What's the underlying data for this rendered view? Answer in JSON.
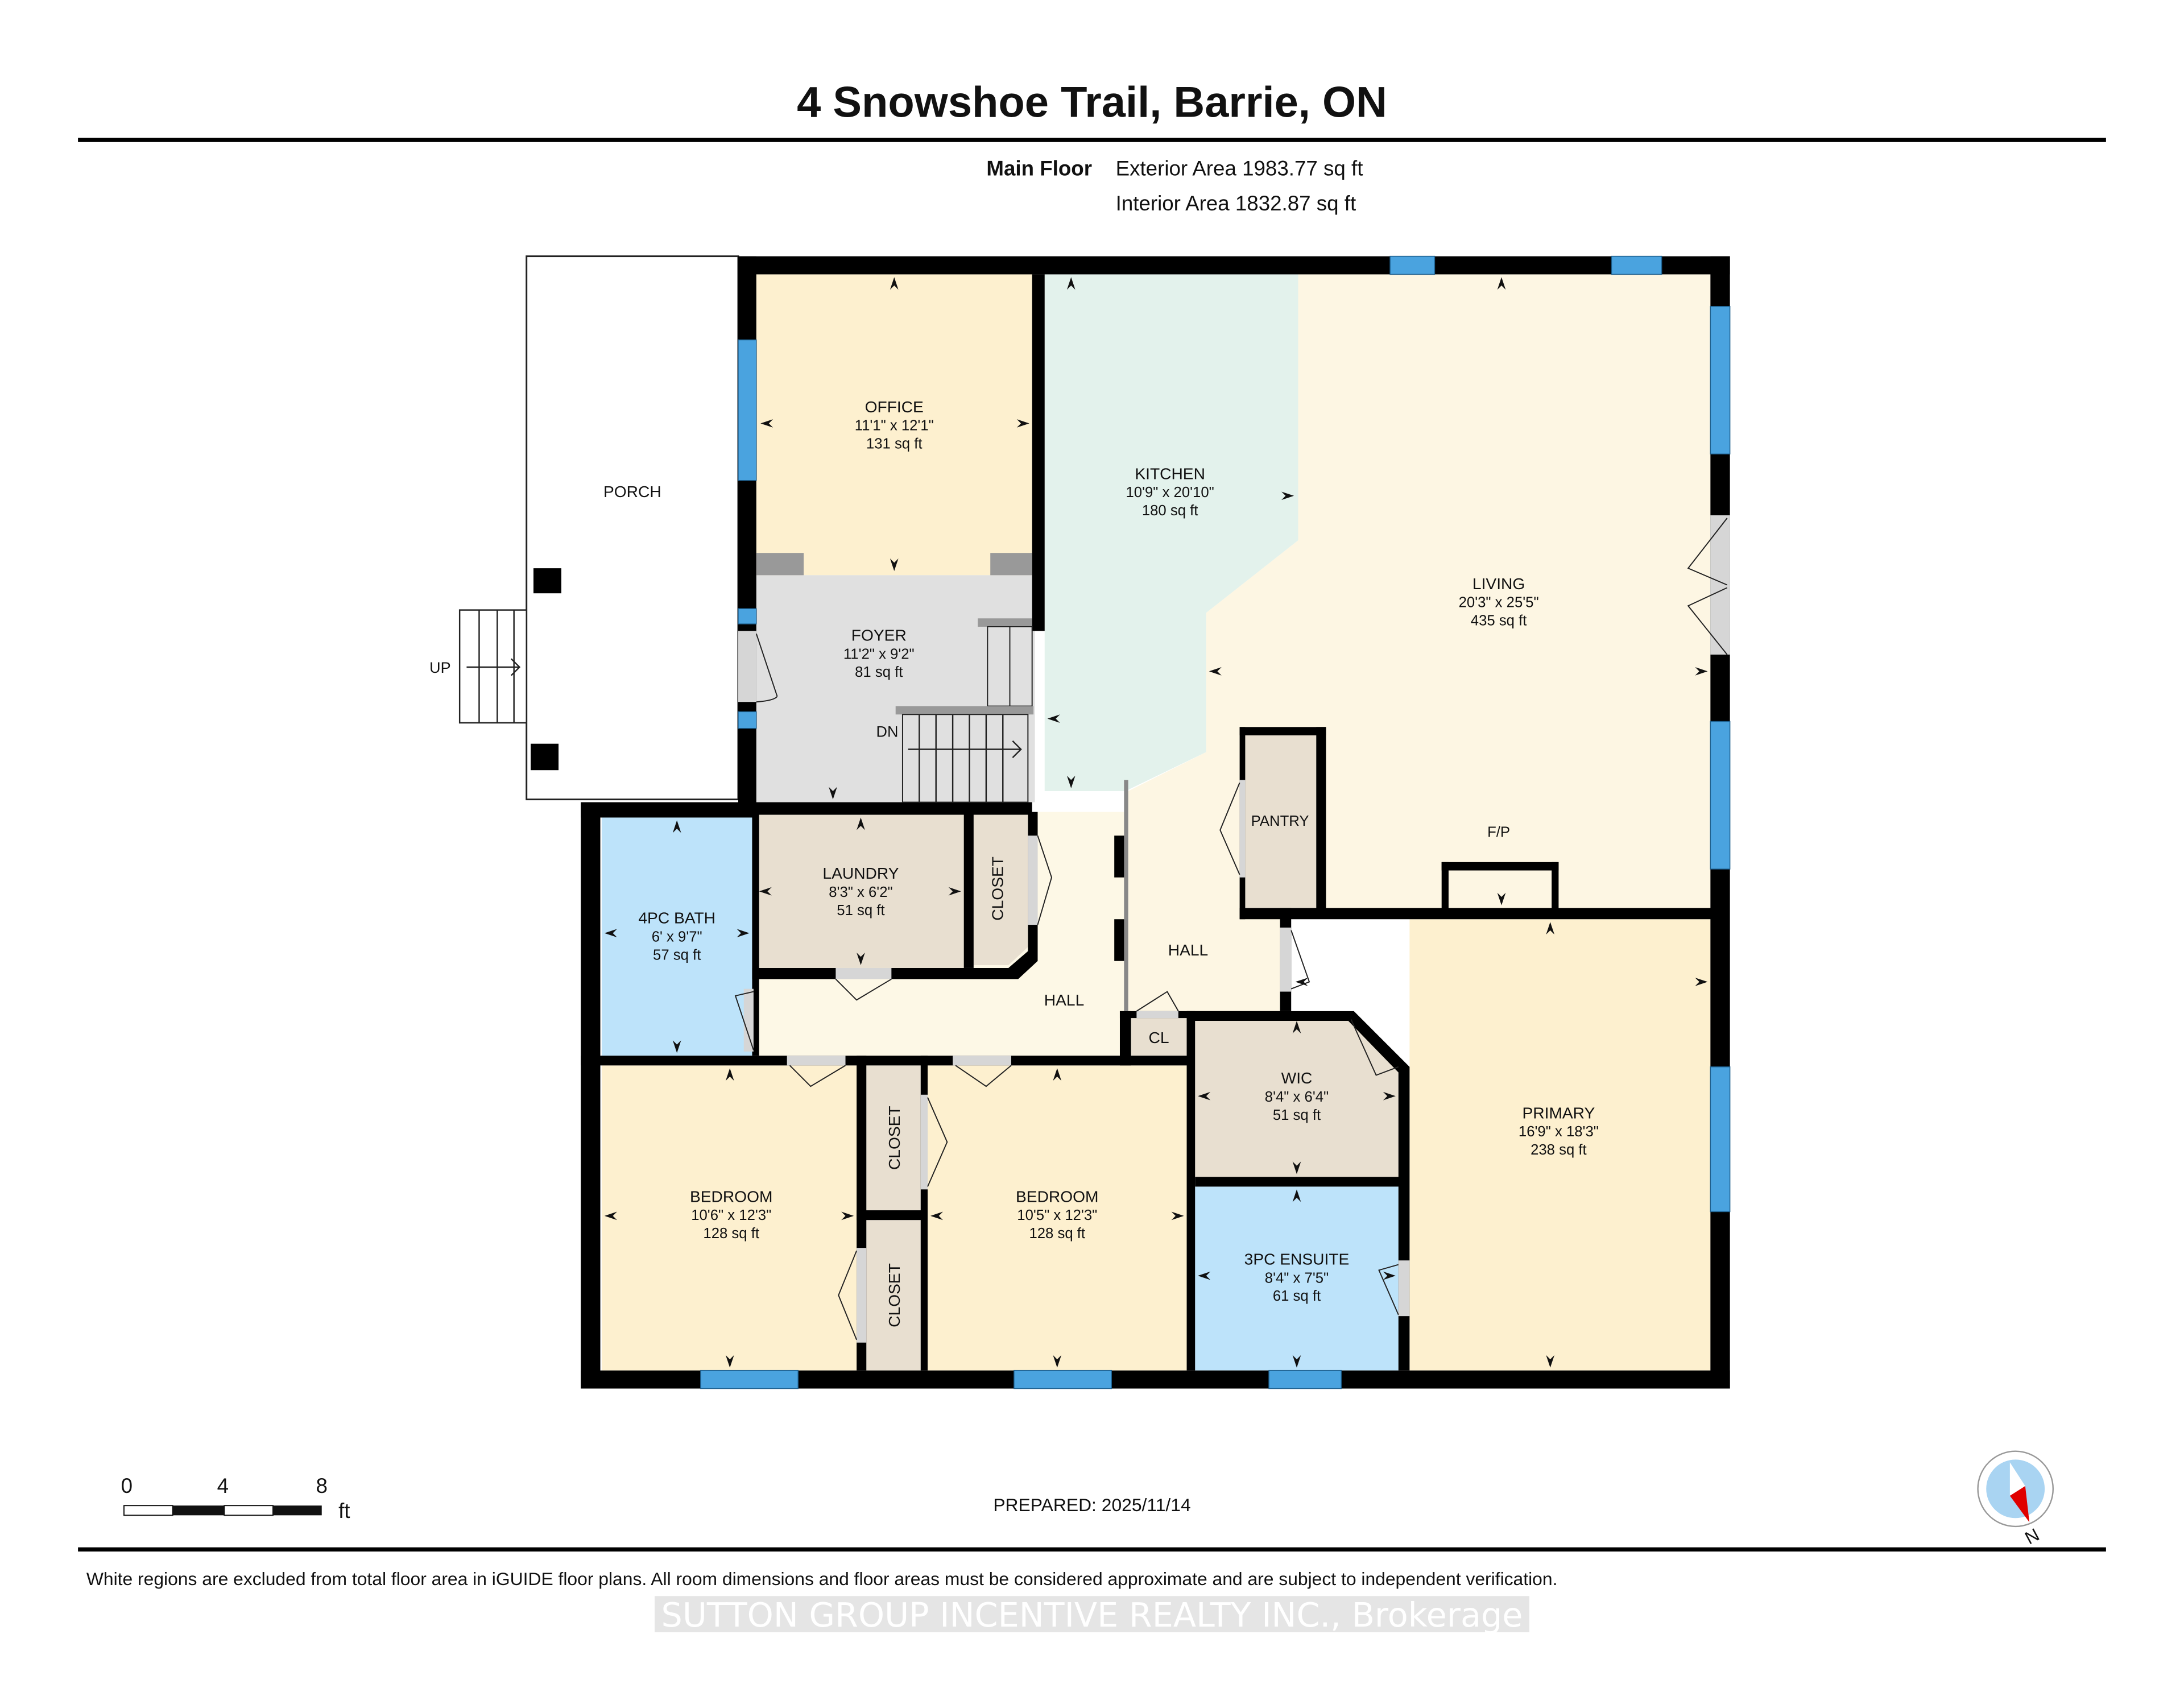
{
  "header": {
    "title": "4 Snowshoe Trail, Barrie, ON",
    "floor_label": "Main Floor",
    "exterior_area": "Exterior Area 1983.77 sq ft",
    "interior_area": "Interior Area 1832.87 sq ft"
  },
  "colors": {
    "wall": "#000000",
    "window": "#4aa3df",
    "living_fill": "#fdf6e3",
    "bedroom_fill": "#fdf0cf",
    "office_fill": "#fdf0cf",
    "kitchen_fill": "#e3f2ec",
    "foyer_fill": "#e0e0e0",
    "utility_fill": "#e8dfd0",
    "bath_fill": "#bde3fa",
    "hall_fill": "#fdf8e6",
    "compass_fill": "#a9d4f2",
    "compass_needle": "#e00000"
  },
  "rooms": {
    "porch": {
      "name": "PORCH"
    },
    "stairs_up": {
      "label": "UP"
    },
    "office": {
      "name": "OFFICE",
      "dims": "11'1\" x 12'1\"",
      "area": "131 sq ft"
    },
    "foyer": {
      "name": "FOYER",
      "dims": "11'2\" x 9'2\"",
      "area": "81 sq ft"
    },
    "stairs_down": {
      "label": "DN"
    },
    "kitchen": {
      "name": "KITCHEN",
      "dims": "10'9\" x 20'10\"",
      "area": "180 sq ft"
    },
    "living": {
      "name": "LIVING",
      "dims": "20'3\" x 25'5\"",
      "area": "435 sq ft"
    },
    "pantry": {
      "name": "PANTRY"
    },
    "fireplace": {
      "label": "F/P"
    },
    "bath4": {
      "name": "4PC BATH",
      "dims": "6' x 9'7\"",
      "area": "57 sq ft"
    },
    "laundry": {
      "name": "LAUNDRY",
      "dims": "8'3\" x 6'2\"",
      "area": "51 sq ft"
    },
    "closet_laundry": {
      "name": "CLOSET"
    },
    "hall_left": {
      "name": "HALL"
    },
    "hall_right": {
      "name": "HALL"
    },
    "cl": {
      "name": "CL"
    },
    "wic": {
      "name": "WIC",
      "dims": "8'4\" x 6'4\"",
      "area": "51 sq ft"
    },
    "primary": {
      "name": "PRIMARY",
      "dims": "16'9\" x 18'3\"",
      "area": "238 sq ft"
    },
    "bedroom1": {
      "name": "BEDROOM",
      "dims": "10'6\" x 12'3\"",
      "area": "128 sq ft"
    },
    "closet_b_top": {
      "name": "CLOSET"
    },
    "closet_b_bottom": {
      "name": "CLOSET"
    },
    "bedroom2": {
      "name": "BEDROOM",
      "dims": "10'5\" x 12'3\"",
      "area": "128 sq ft"
    },
    "ensuite": {
      "name": "3PC ENSUITE",
      "dims": "8'4\" x 7'5\"",
      "area": "61 sq ft"
    }
  },
  "scale_bar": {
    "ticks": [
      "0",
      "4",
      "8"
    ],
    "unit": "ft"
  },
  "footer": {
    "prepared": "PREPARED: 2025/11/14",
    "compass_label": "N",
    "disclaimer": "White regions are excluded from total floor area in iGUIDE floor plans. All room dimensions and floor areas must be considered approximate and are subject to independent verification.",
    "watermark": "SUTTON GROUP INCENTIVE REALTY INC., Brokerage"
  }
}
